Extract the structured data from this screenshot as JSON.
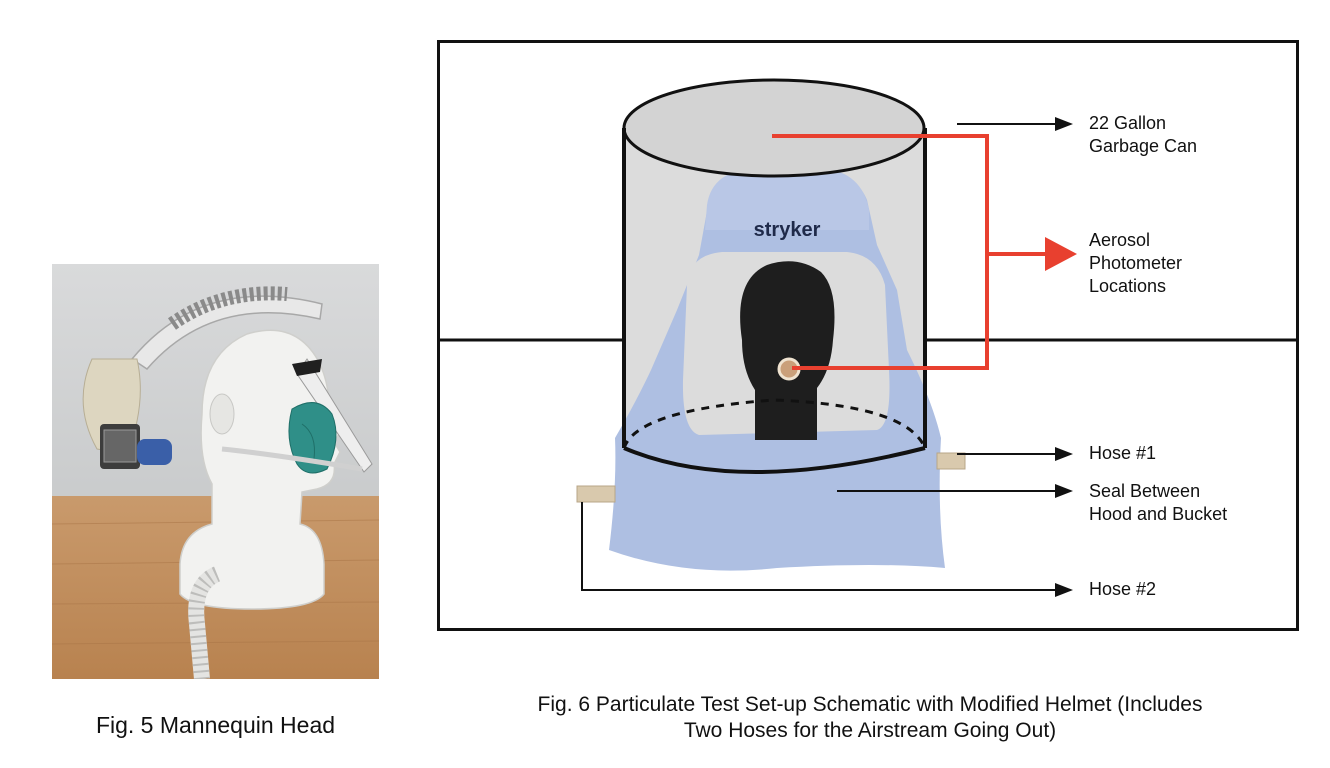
{
  "figure5": {
    "caption": "Fig. 5 Mannequin Head"
  },
  "figure6": {
    "caption_line1": "Fig. 6 Particulate Test Set-up Schematic with Modified Helmet (Includes",
    "caption_line2": "Two Hoses for the Airstream Going Out)",
    "hood_brand": "stryker",
    "labels": {
      "garbage_can_line1": "22 Gallon",
      "garbage_can_line2": "Garbage Can",
      "aerosol_line1": "Aerosol",
      "aerosol_line2": "Photometer",
      "aerosol_line3": "Locations",
      "hose1": "Hose #1",
      "seal_line1": "Seal Between",
      "seal_line2": "Hood and Bucket",
      "hose2": "Hose #2"
    }
  },
  "colors": {
    "photometer_line": "#e8402f",
    "hood": "#aebfe2",
    "can_interior": "#dcdcdc",
    "mannequin_black": "#1e1e1e",
    "wood_table": "#c69363"
  }
}
